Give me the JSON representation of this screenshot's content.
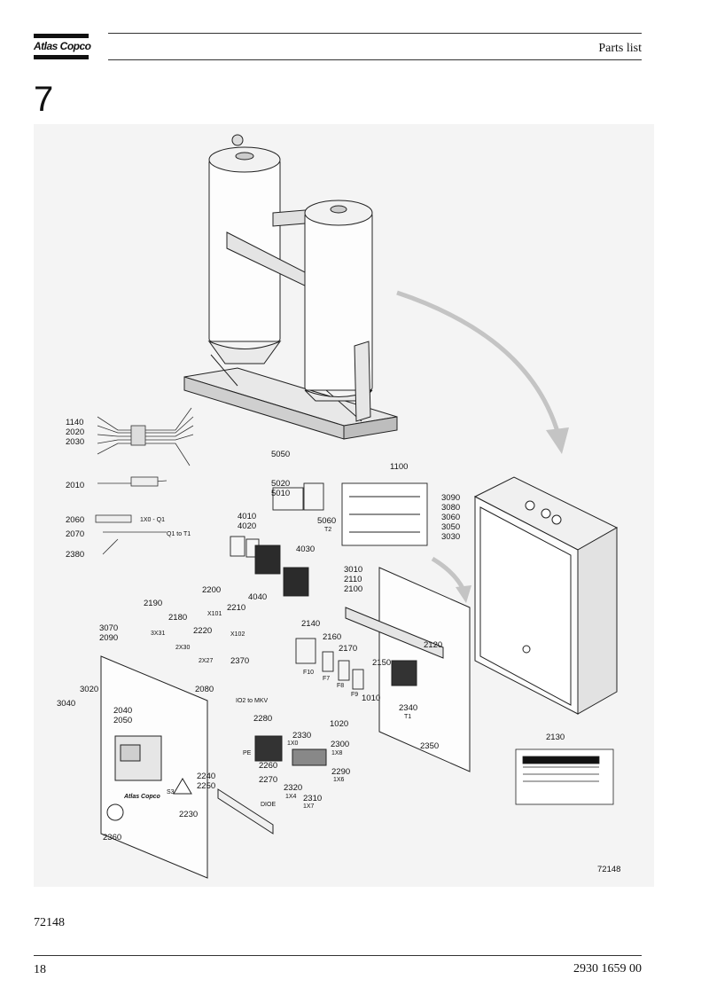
{
  "header": {
    "logo_text": "Atlas Copco",
    "title": "Parts list"
  },
  "section": {
    "number": "7"
  },
  "drawing": {
    "drawing_id": "72148",
    "callouts": {
      "c1140": "1140",
      "c2020": "2020",
      "c2030": "2030",
      "c2010": "2010",
      "c2060": "2060",
      "c2060_text": "1X0 - Q1",
      "c2070": "2070",
      "c2070_text": "Q1 to T1",
      "c2380": "2380",
      "c5050": "5050",
      "c5020": "5020",
      "c5010": "5010",
      "c5060": "5060",
      "t2": "T2",
      "c1100": "1100",
      "c3090": "3090",
      "c3080": "3080",
      "c3060": "3060",
      "c3050": "3050",
      "c3030": "3030",
      "c4010": "4010",
      "c4020": "4020",
      "c4030": "4030",
      "c4040": "4040",
      "c3010": "3010",
      "c2110": "2110",
      "c2100": "2100",
      "c2200": "2200",
      "x101": "X101",
      "c2210": "2210",
      "x102": "X102",
      "c2190": "2190",
      "x3x31": "3X31",
      "c2180": "2180",
      "x2x30": "2X30",
      "c2220": "2220",
      "x2x27": "2X27",
      "c3070": "3070",
      "c2090": "2090",
      "c2140": "2140",
      "f10": "F10",
      "c2160": "2160",
      "f7": "F7",
      "c2170": "2170",
      "f8": "F8",
      "c2150": "2150",
      "f9": "F9",
      "c2120": "2120",
      "c2370": "2370",
      "io2": "IO2 to MKV",
      "c3020": "3020",
      "c3040": "3040",
      "c2080": "2080",
      "c1010": "1010",
      "c1020": "1020",
      "c2340": "2340",
      "t1": "T1",
      "c2040": "2040",
      "c2050": "2050",
      "c2280": "2280",
      "c2330": "2330",
      "x1x0": "1X0",
      "c2300": "2300",
      "x1x8": "1X8",
      "pe": "PE",
      "c2260": "2260",
      "c2290": "2290",
      "x1x6": "1X6",
      "c2270": "2270",
      "c2320": "2320",
      "c2310": "2310",
      "x1x4": "1X4",
      "x1x7": "1X7",
      "c2240": "2240",
      "c2250": "2250",
      "s3": "S3",
      "c2230": "2230",
      "dioe": "DIOE",
      "c2350": "2350",
      "c2130": "2130",
      "c2360": "2360",
      "panel_logo": "Atlas Copco"
    }
  },
  "figure_number": "72148",
  "footer": {
    "page_number": "18",
    "doc_number": "2930 1659 00"
  }
}
